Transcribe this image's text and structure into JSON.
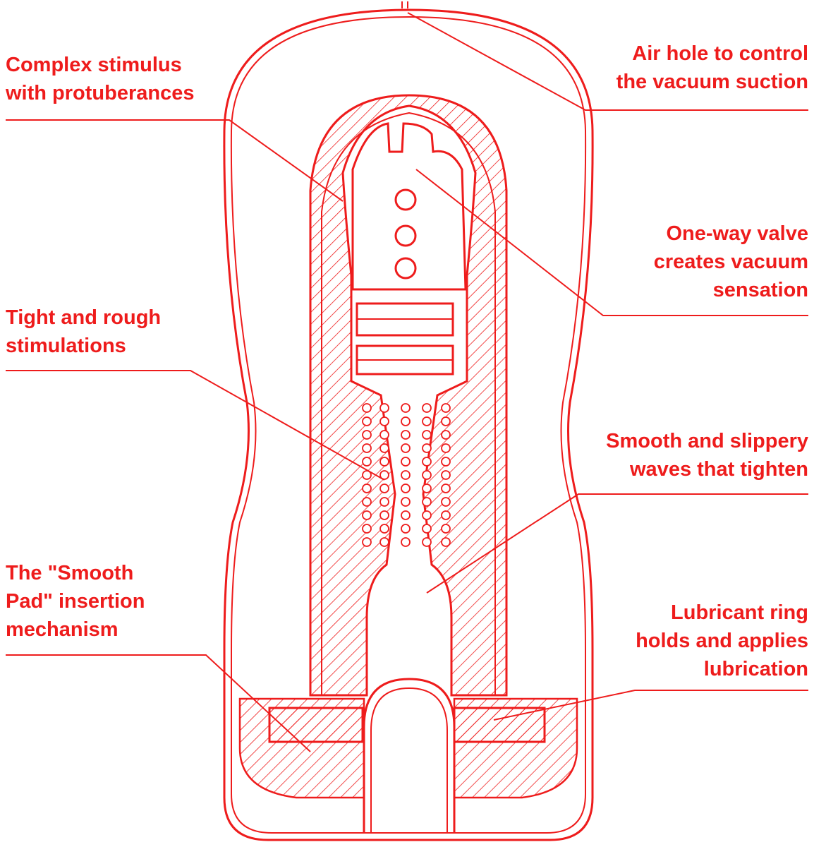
{
  "labels": {
    "complex_stimulus": [
      "Complex stimulus",
      "with protuberances"
    ],
    "air_hole": [
      "Air hole to control",
      "the vacuum suction"
    ],
    "one_way_valve": [
      "One-way valve",
      "creates vacuum",
      "sensation"
    ],
    "tight_rough": [
      "Tight and rough",
      "stimulations"
    ],
    "smooth_waves": [
      "Smooth and slippery",
      "waves that tighten"
    ],
    "smooth_pad": [
      "The \"Smooth",
      "Pad\" insertion",
      "mechanism"
    ],
    "lubricant_ring": [
      "Lubricant ring",
      "holds and applies",
      "lubrication"
    ]
  },
  "colors": {
    "line": "#ee1c1c",
    "text": "#ee1c1c",
    "background": "#ffffff"
  }
}
